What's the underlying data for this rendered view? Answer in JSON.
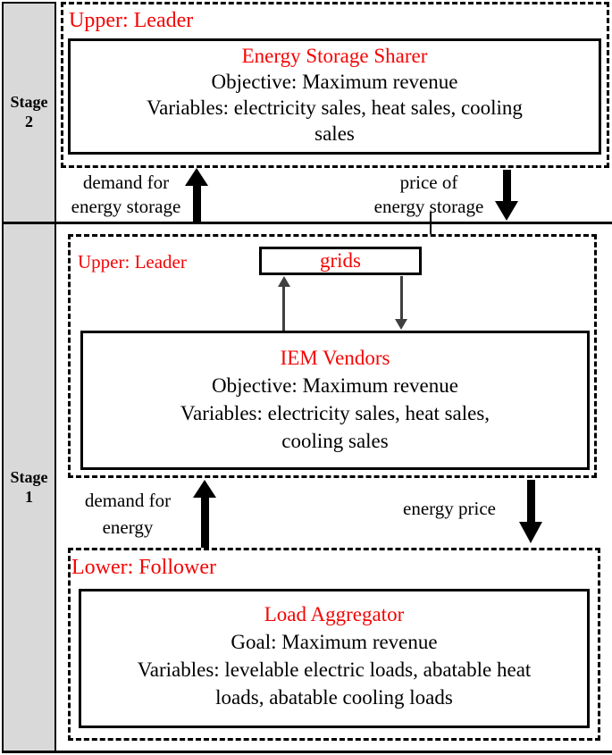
{
  "colors": {
    "accent_red": "#f40404",
    "sidebar_gray": "#d9d9d9",
    "arrow_gray": "#404040"
  },
  "sidebar": {
    "stage2": [
      "Stage",
      "2"
    ],
    "stage1": [
      "Stage",
      "1"
    ]
  },
  "stage2_section": {
    "role_label": "Upper: Leader",
    "entity_box": {
      "title": "Energy Storage Sharer",
      "lines": [
        "Objective: Maximum revenue",
        "Variables: electricity sales, heat sales, cooling",
        "sales"
      ]
    },
    "flow_up": {
      "lines": [
        "demand for",
        "energy storage"
      ]
    },
    "flow_down": {
      "lines": [
        "price of",
        "energy storage"
      ]
    }
  },
  "stage1_section": {
    "upper": {
      "role_label": "Upper: Leader",
      "grids_box": {
        "label": "grids"
      },
      "entity_box": {
        "title": "IEM Vendors",
        "lines": [
          "Objective: Maximum revenue",
          "Variables: electricity sales, heat sales,",
          "cooling sales"
        ]
      }
    },
    "flow_up": {
      "lines": [
        "demand for",
        "energy"
      ]
    },
    "flow_down": {
      "label": "energy price"
    },
    "lower": {
      "role_label": "Lower: Follower",
      "entity_box": {
        "title": "Load Aggregator",
        "lines": [
          "Goal: Maximum revenue",
          "Variables: levelable electric loads, abatable heat",
          "loads, abatable cooling loads"
        ]
      }
    }
  }
}
